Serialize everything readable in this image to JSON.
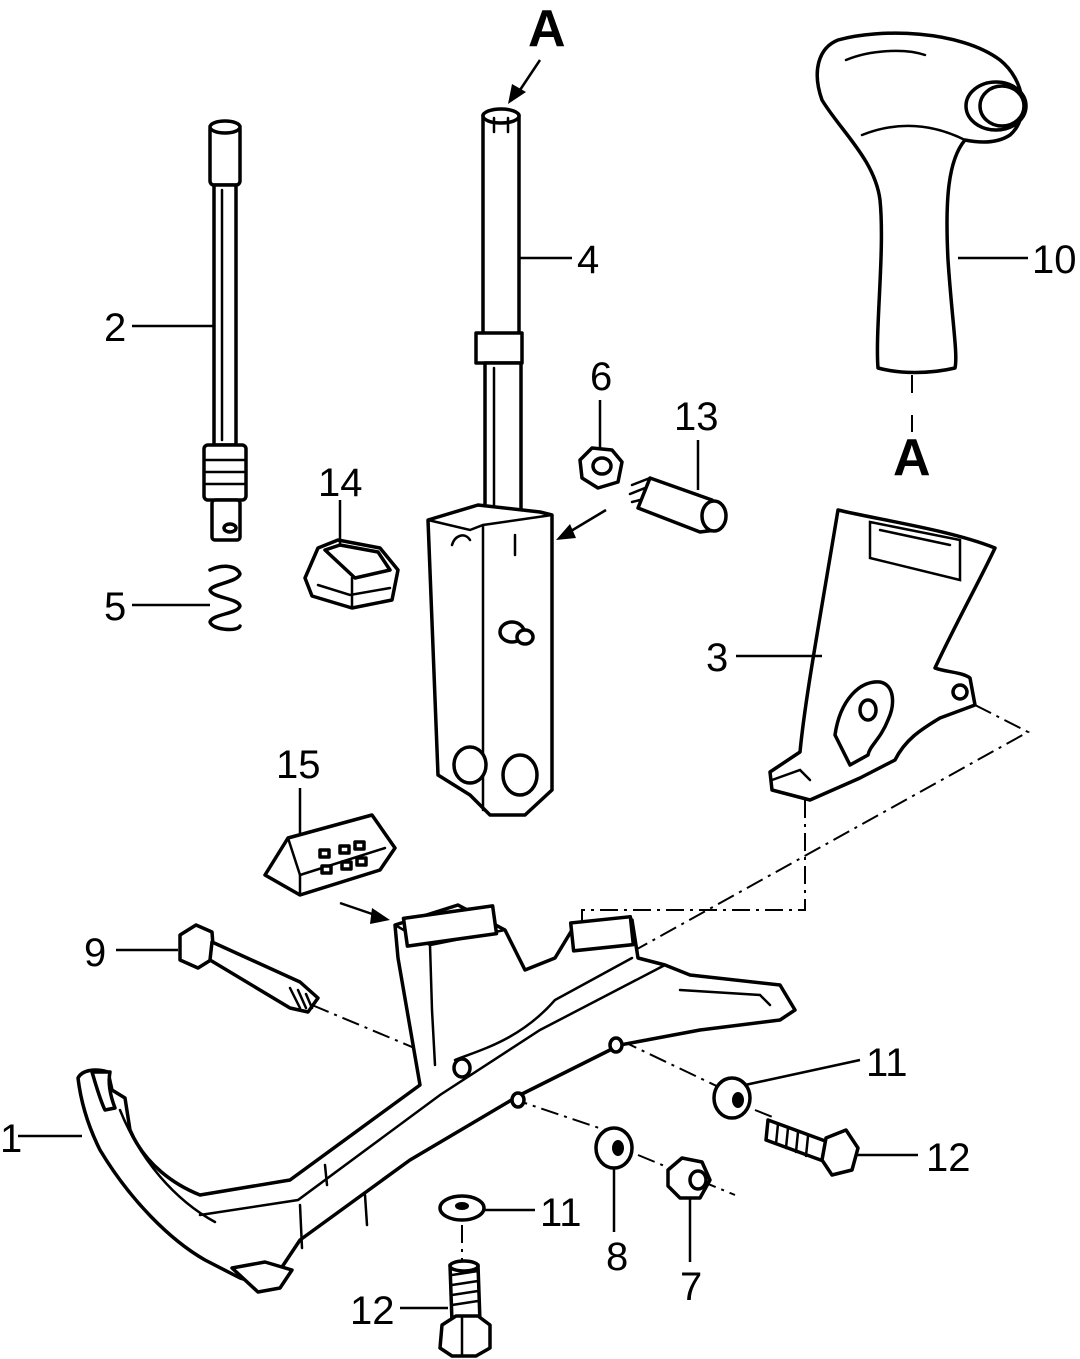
{
  "diagram": {
    "callouts": [
      {
        "id": "c1",
        "text": "1"
      },
      {
        "id": "c2",
        "text": "2"
      },
      {
        "id": "c3",
        "text": "3"
      },
      {
        "id": "c4",
        "text": "4"
      },
      {
        "id": "c5",
        "text": "5"
      },
      {
        "id": "c6",
        "text": "6"
      },
      {
        "id": "c7",
        "text": "7"
      },
      {
        "id": "c8",
        "text": "8"
      },
      {
        "id": "c9",
        "text": "9"
      },
      {
        "id": "c10",
        "text": "10"
      },
      {
        "id": "c11a",
        "text": "11"
      },
      {
        "id": "c11b",
        "text": "11"
      },
      {
        "id": "c12a",
        "text": "12"
      },
      {
        "id": "c12b",
        "text": "12"
      },
      {
        "id": "c13",
        "text": "13"
      },
      {
        "id": "c14",
        "text": "14"
      },
      {
        "id": "c15",
        "text": "15"
      }
    ],
    "reference_marks": [
      {
        "id": "refA-top",
        "text": "A"
      },
      {
        "id": "refA-knob",
        "text": "A"
      }
    ]
  }
}
